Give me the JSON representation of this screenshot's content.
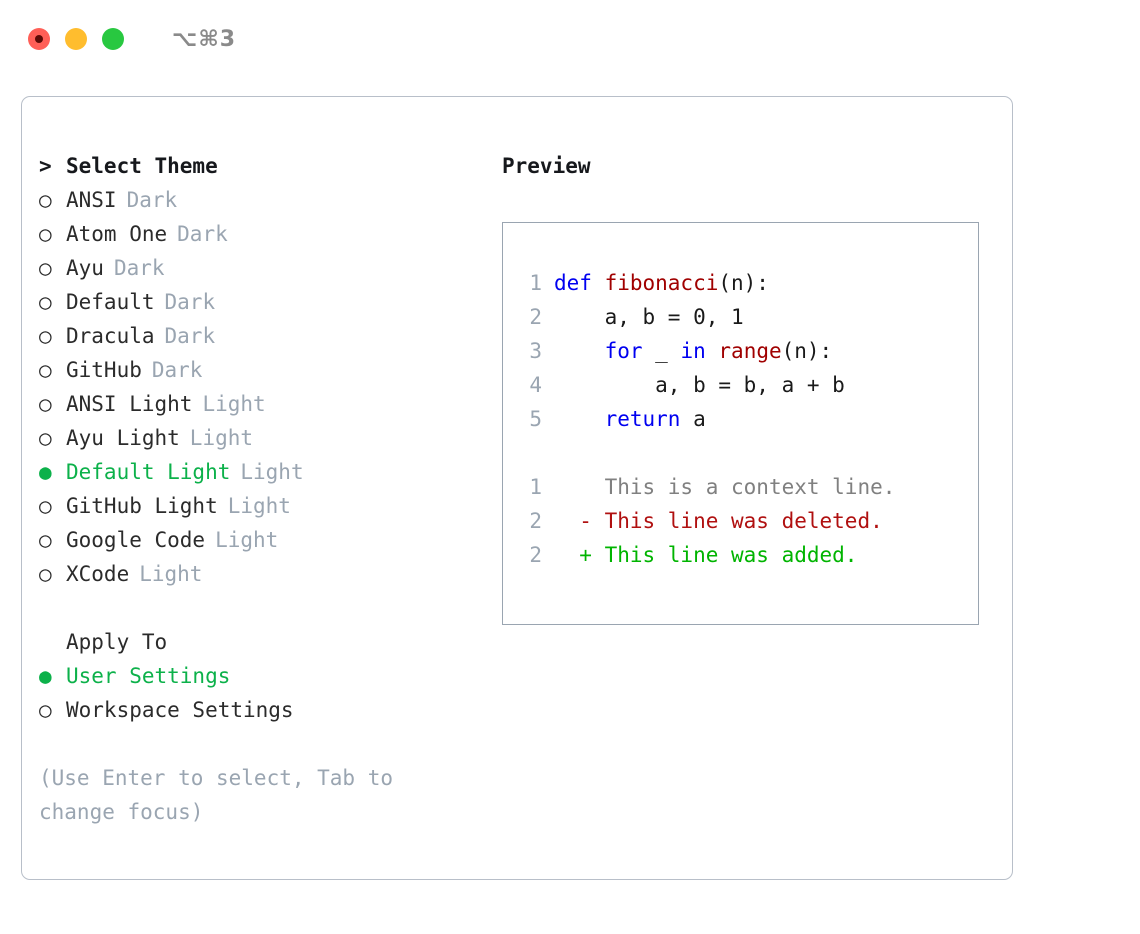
{
  "titlebar": {
    "shortcut": "⌥⌘3",
    "lights": [
      {
        "name": "close",
        "color": "#ff5f57"
      },
      {
        "name": "minimize",
        "color": "#ffbd2e"
      },
      {
        "name": "maximize",
        "color": "#28c840"
      }
    ]
  },
  "theme_picker": {
    "header": "Select Theme",
    "header_marker": ">",
    "selected_bullet": "●",
    "unselected_bullet": "○",
    "items": [
      {
        "name": "ANSI",
        "tag": "Dark",
        "selected": false
      },
      {
        "name": "Atom One",
        "tag": "Dark",
        "selected": false
      },
      {
        "name": "Ayu",
        "tag": "Dark",
        "selected": false
      },
      {
        "name": "Default",
        "tag": "Dark",
        "selected": false
      },
      {
        "name": "Dracula",
        "tag": "Dark",
        "selected": false
      },
      {
        "name": "GitHub",
        "tag": "Dark",
        "selected": false
      },
      {
        "name": "ANSI Light",
        "tag": "Light",
        "selected": false
      },
      {
        "name": "Ayu Light",
        "tag": "Light",
        "selected": false
      },
      {
        "name": "Default Light",
        "tag": "Light",
        "selected": true
      },
      {
        "name": "GitHub Light",
        "tag": "Light",
        "selected": false
      },
      {
        "name": "Google Code",
        "tag": "Light",
        "selected": false
      },
      {
        "name": "XCode",
        "tag": "Light",
        "selected": false
      }
    ]
  },
  "apply_to": {
    "header": "Apply To",
    "items": [
      {
        "name": "User Settings",
        "selected": true
      },
      {
        "name": "Workspace Settings",
        "selected": false
      }
    ]
  },
  "hint": "(Use Enter to select, Tab to change focus)",
  "preview": {
    "title": "Preview",
    "code_lines": [
      {
        "no": "1",
        "tokens": [
          {
            "t": "def ",
            "c": "kw"
          },
          {
            "t": "fibonacci",
            "c": "fn"
          },
          {
            "t": "(n):",
            "c": "pl"
          }
        ]
      },
      {
        "no": "2",
        "tokens": [
          {
            "t": "    a, b = 0, 1",
            "c": "pl"
          }
        ]
      },
      {
        "no": "3",
        "tokens": [
          {
            "t": "    ",
            "c": "pl"
          },
          {
            "t": "for",
            "c": "kw"
          },
          {
            "t": " _ ",
            "c": "pl"
          },
          {
            "t": "in",
            "c": "kw"
          },
          {
            "t": " ",
            "c": "pl"
          },
          {
            "t": "range",
            "c": "fn"
          },
          {
            "t": "(n):",
            "c": "pl"
          }
        ]
      },
      {
        "no": "4",
        "tokens": [
          {
            "t": "        a, b = b, a + b",
            "c": "pl"
          }
        ]
      },
      {
        "no": "5",
        "tokens": [
          {
            "t": "    ",
            "c": "pl"
          },
          {
            "t": "return",
            "c": "kw"
          },
          {
            "t": " a",
            "c": "pl"
          }
        ]
      }
    ],
    "diff_lines": [
      {
        "no": "1",
        "marker": " ",
        "text": "This is a context line.",
        "kind": "ctx"
      },
      {
        "no": "2",
        "marker": "-",
        "text": "This line was deleted.",
        "kind": "del"
      },
      {
        "no": "2",
        "marker": "+",
        "text": "This line was added.",
        "kind": "add"
      }
    ]
  },
  "colors": {
    "accent_green": "#0cb14a",
    "muted": "#9aa5b1",
    "keyword_blue": "#0000f0",
    "function_red": "#a00000",
    "diff_delete": "#b01010",
    "diff_add": "#00b400",
    "border": "#b8bfc9"
  }
}
